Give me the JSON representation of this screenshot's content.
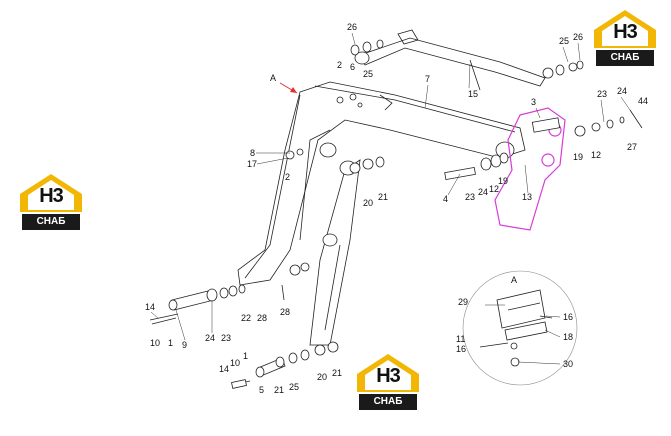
{
  "diagram": {
    "view_marker": "A",
    "detail": {
      "label": "A",
      "callouts": [
        "29",
        "16",
        "11",
        "18",
        "16",
        "30"
      ]
    },
    "callouts": {
      "top_cylinder": [
        "26",
        "6",
        "25",
        "2",
        "15",
        "25",
        "26"
      ],
      "boom_top": [
        "A",
        "7",
        "3",
        "23",
        "24",
        "44",
        "12",
        "27",
        "19"
      ],
      "boom_mid": [
        "8",
        "17",
        "2",
        "4",
        "23",
        "24",
        "12",
        "19",
        "13",
        "20",
        "21"
      ],
      "lower_left": [
        "14",
        "10",
        "1",
        "9",
        "24",
        "23",
        "22",
        "28",
        "28"
      ],
      "lower_right": [
        "14",
        "10",
        "1",
        "5",
        "21",
        "25",
        "20",
        "21"
      ]
    }
  },
  "logos": [
    {
      "brand": "H3",
      "tag": "СНАБ"
    },
    {
      "brand": "H3",
      "tag": "СНАБ"
    },
    {
      "brand": "H3",
      "tag": "СНАБ"
    }
  ],
  "colors": {
    "logo_yellow": "#f2b705",
    "logo_dark": "#1a1a1a",
    "highlight": "#d83bd8",
    "marker_red": "#e03030"
  }
}
